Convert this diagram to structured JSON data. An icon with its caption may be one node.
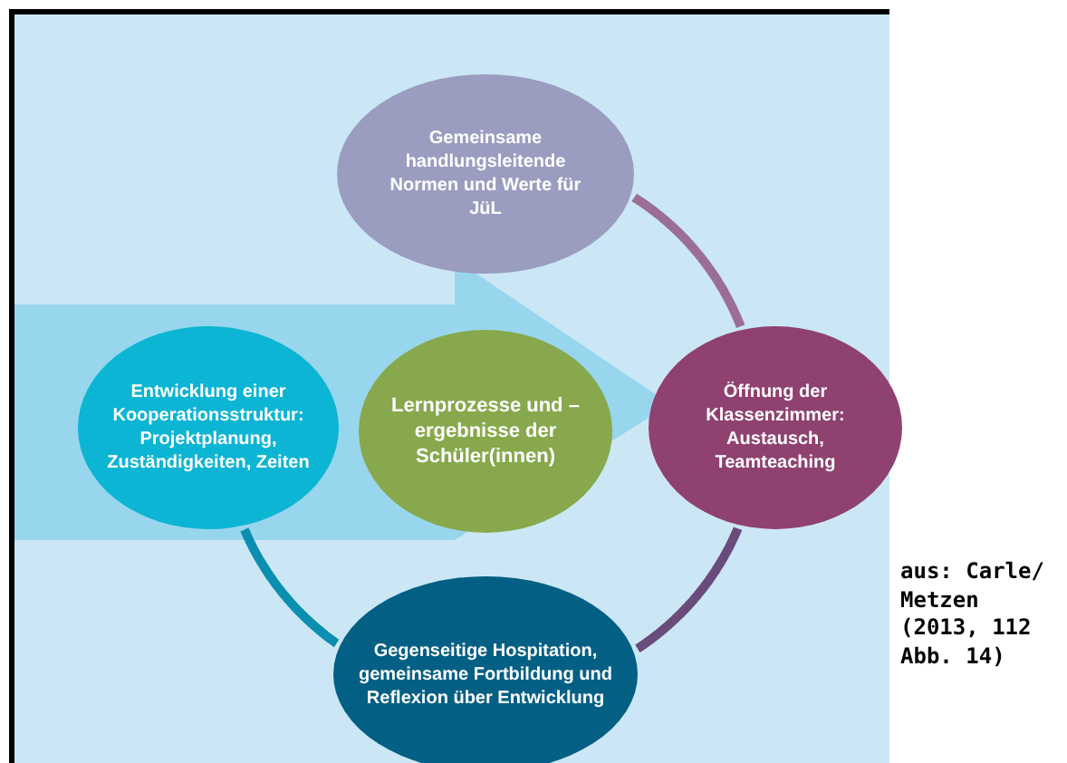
{
  "diagram": {
    "nodes": [
      {
        "text": [
          "Gemeinsame handlungsleitende Normen und Werte für JüL"
        ]
      },
      {
        "text": [
          "Entwicklung einer Kooperationsstruktur: Projektplanung, Zuständigkeiten, Zeiten"
        ]
      },
      {
        "text": [
          "Lernprozesse und –ergebnisse der Schüler(innen)"
        ]
      },
      {
        "text": [
          "Öffnung der Klassenzimmer: Austausch, Teamteaching"
        ]
      },
      {
        "text": [
          "Gegenseitige Hospitation, gemeinsame Fortbildung und Reflexion über Entwicklung"
        ]
      }
    ],
    "edges": [
      {
        "from": 0,
        "to": 3,
        "arrow": "none",
        "color": "#9b6e96"
      },
      {
        "from": 3,
        "to": 4,
        "arrow": "none",
        "color": "#6a4c7c"
      },
      {
        "from": 4,
        "to": 1,
        "arrow": "none",
        "color": "#0a8fb0"
      }
    ],
    "labels": [
      "aus: Carle/ Metzen (2013, 112 Abb. 14)"
    ]
  }
}
